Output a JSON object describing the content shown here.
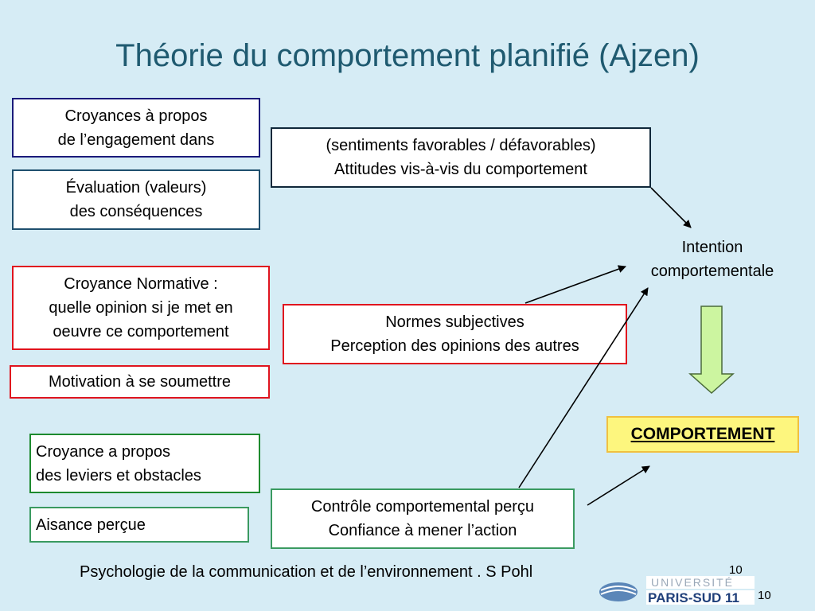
{
  "slide": {
    "title": "Théorie du comportement planifié (Ajzen)"
  },
  "beliefs": {
    "behavioral": [
      "Croyances à propos",
      "de l’engagement dans"
    ],
    "evaluation": [
      "Évaluation (valeurs)",
      "des conséquences"
    ],
    "normative": [
      "Croyance Normative :",
      "quelle opinion si je met en",
      "oeuvre ce comportement"
    ],
    "motivation": "Motivation  à se soumettre",
    "control": [
      "Croyance a propos",
      "des leviers et obstacles"
    ],
    "ease": "Aisance perçue"
  },
  "constructs": {
    "attitude": [
      "(sentiments favorables / défavorables)",
      "Attitudes vis-à-vis du comportement"
    ],
    "norms": [
      "Normes subjectives",
      "Perception des opinions des autres"
    ],
    "control": [
      "Contrôle comportemental perçu",
      "Confiance à mener l’action"
    ]
  },
  "outcome": {
    "intention": [
      "Intention",
      "comportementale"
    ],
    "behavior": "COMPORTEMENT"
  },
  "footer": {
    "text": "Psychologie de la communication et de l’environnement . S Pohl",
    "page_top": "10",
    "page_bottom": "10",
    "logo_line1": "UNIVERSITÉ",
    "logo_line2": "PARIS-SUD 11"
  },
  "colors": {
    "background": "#d6ecf5",
    "title": "#1f5a70",
    "red_border": "#e0141e",
    "green_border": "#1d8a2e",
    "navy_border": "#1a1a7a",
    "behavior_fill": "#fdf67e",
    "down_arrow_fill": "#ccf5a0"
  }
}
